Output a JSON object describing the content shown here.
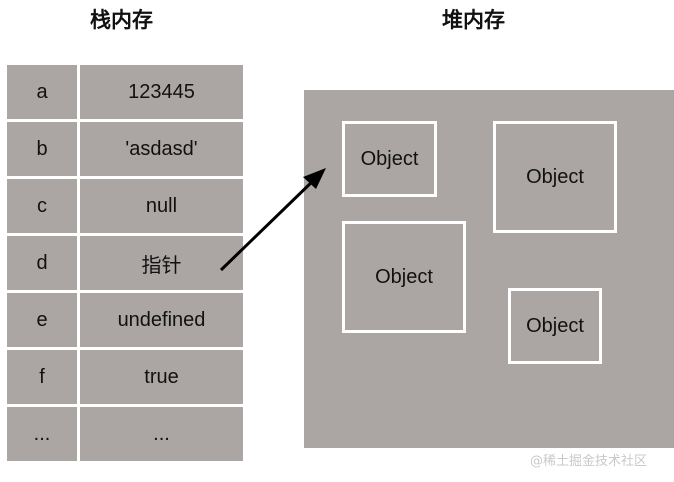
{
  "stack": {
    "title": "栈内存",
    "rows": [
      {
        "key": "a",
        "value": "123445"
      },
      {
        "key": "b",
        "value": "'asdasd'"
      },
      {
        "key": "c",
        "value": "null"
      },
      {
        "key": "d",
        "value": "指针"
      },
      {
        "key": "e",
        "value": "undefined"
      },
      {
        "key": "f",
        "value": "true"
      },
      {
        "key": "...",
        "value": "..."
      }
    ]
  },
  "heap": {
    "title": "堆内存",
    "objects": [
      "Object",
      "Object",
      "Object",
      "Object"
    ]
  },
  "watermark": "@稀土掘金技术社区",
  "colors": {
    "cell_fill": "#aba6a3",
    "border": "#ffffff",
    "arrow": "#000000"
  }
}
